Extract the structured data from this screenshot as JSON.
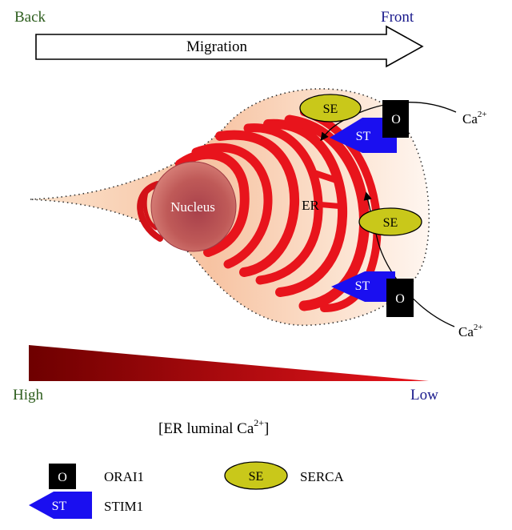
{
  "direction": {
    "back": "Back",
    "front": "Front",
    "arrow_label": "Migration"
  },
  "cell": {
    "nucleus": "Nucleus",
    "er": "ER"
  },
  "proteins": {
    "serca_short": "SE",
    "stim_short": "ST",
    "orai_short": "O"
  },
  "ions": {
    "ca": "Ca",
    "ca_charge": "2+"
  },
  "gradient": {
    "high": "High",
    "low": "Low",
    "caption_prefix": "[ER luminal Ca",
    "caption_sup": "2+",
    "caption_suffix": "]"
  },
  "legend": {
    "orai_name": "ORAI1",
    "serca_name": "SERCA",
    "stim_name": "STIM1"
  },
  "colors": {
    "back_text": "#2e5e1e",
    "front_text": "#1a1a8c",
    "er_red": "#e8141c",
    "serca_fill": "#c9c81a",
    "stim_blue": "#1a0ff0",
    "orai_black": "#000000",
    "gradient_dark": "#6e0000",
    "gradient_light": "#e8141c"
  }
}
